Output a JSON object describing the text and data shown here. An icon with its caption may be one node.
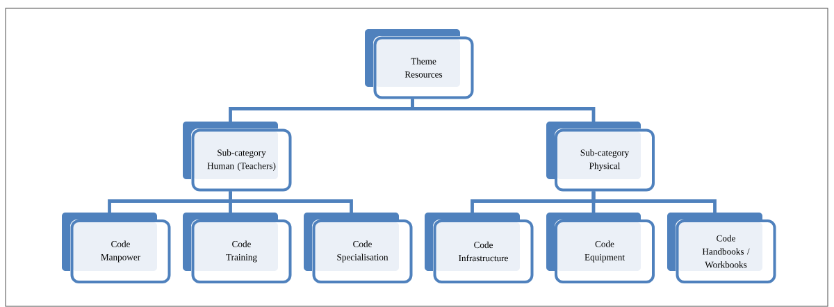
{
  "diagram": {
    "nodes": [
      {
        "text": [
          "Theme",
          "Resources"
        ]
      },
      {
        "text": [
          "Sub-category",
          "Human (Teachers)"
        ]
      },
      {
        "text": [
          "Sub-category",
          "Physical"
        ]
      },
      {
        "text": [
          "Code",
          "Manpower"
        ]
      },
      {
        "text": [
          "Code",
          "Training"
        ]
      },
      {
        "text": [
          "Code",
          "Specialisation"
        ]
      },
      {
        "text": [
          "Code",
          "Infrastructure"
        ]
      },
      {
        "text": [
          "Code",
          "Equipment"
        ]
      },
      {
        "text": [
          "Code",
          "Handbooks / Workbooks"
        ]
      }
    ],
    "edges": [
      {
        "from": 0,
        "to": 1,
        "arrow": "none"
      },
      {
        "from": 0,
        "to": 2,
        "arrow": "none"
      },
      {
        "from": 1,
        "to": 3,
        "arrow": "none"
      },
      {
        "from": 1,
        "to": 4,
        "arrow": "none"
      },
      {
        "from": 1,
        "to": 5,
        "arrow": "none"
      },
      {
        "from": 2,
        "to": 6,
        "arrow": "none"
      },
      {
        "from": 2,
        "to": 7,
        "arrow": "none"
      },
      {
        "from": 2,
        "to": 8,
        "arrow": "none"
      }
    ]
  }
}
